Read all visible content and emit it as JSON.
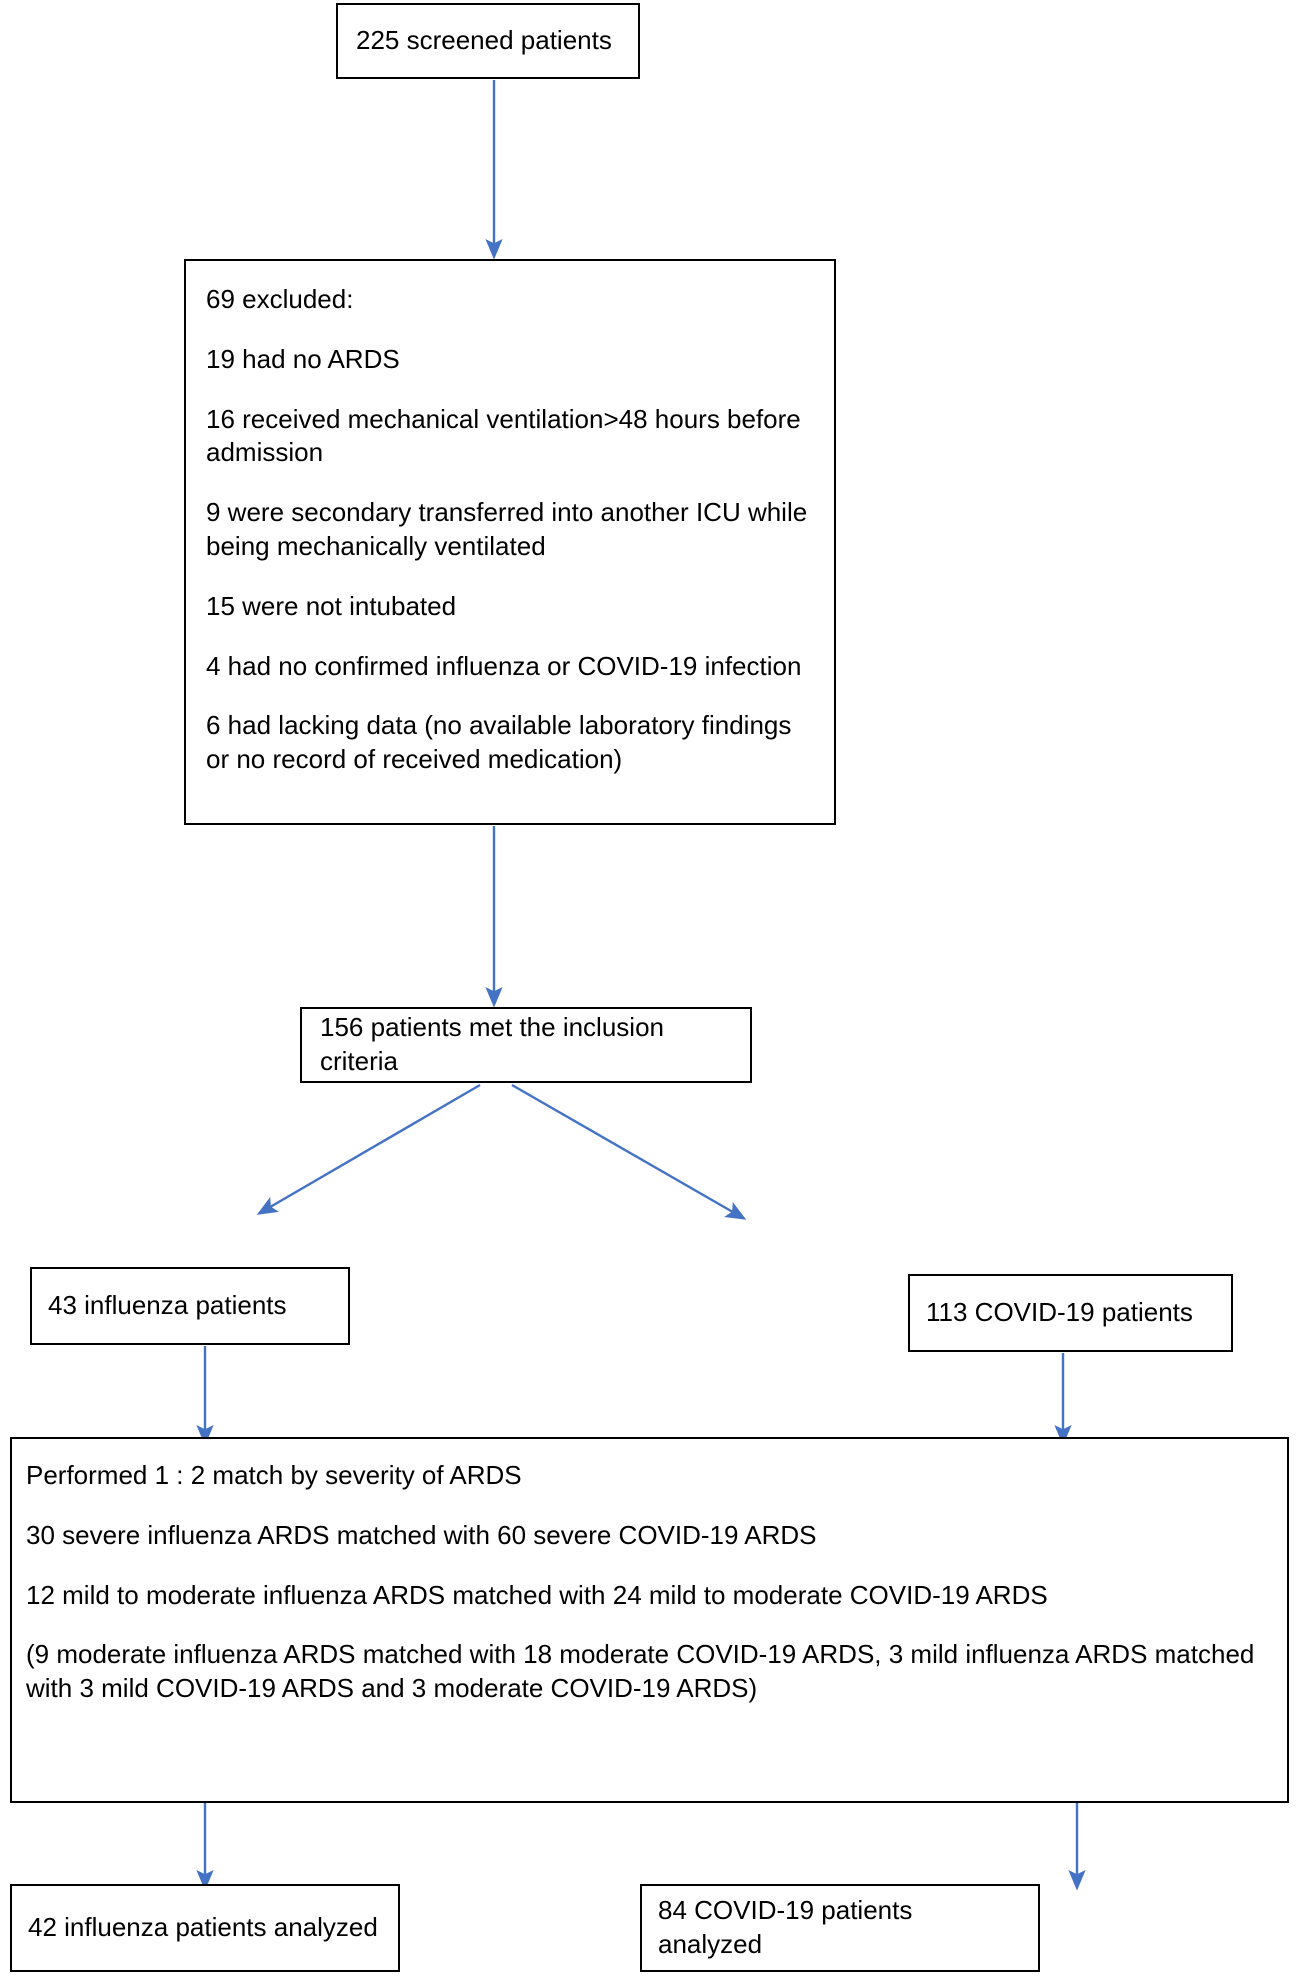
{
  "figure": {
    "type": "flowchart",
    "title": "Patient screening, exclusion, matching and analysis flow diagram",
    "arrow_color": "#4472C4",
    "border_color": "#000000",
    "background_color": "#FFFFFF"
  },
  "nodes": {
    "screened": {
      "lines": [
        "225 screened patients"
      ]
    },
    "excluded": {
      "lines": [
        "69 excluded:",
        "19 had no ARDS",
        "16 received mechanical ventilation>48 hours before admission",
        "9 were secondary transferred into another ICU while being mechanically ventilated",
        "15 were not intubated",
        "4 had no confirmed influenza or COVID-19 infection",
        "6 had lacking data (no available laboratory findings or no record of received medication)"
      ]
    },
    "included": {
      "lines": [
        "156 patients met the inclusion criteria"
      ]
    },
    "influenza_branch": {
      "lines": [
        "43 influenza patients"
      ]
    },
    "covid_branch": {
      "lines": [
        "113 COVID-19 patients"
      ]
    },
    "matching": {
      "lines": [
        "Performed 1 : 2 match by severity of ARDS",
        "30 severe influenza ARDS matched with 60 severe COVID-19 ARDS",
        "12 mild to moderate influenza ARDS matched with 24 mild to moderate COVID-19 ARDS",
        "(9 moderate influenza ARDS matched with 18 moderate COVID-19 ARDS, 3 mild influenza ARDS matched with 3 mild COVID-19 ARDS and 3 moderate COVID-19 ARDS)"
      ]
    },
    "influenza_analyzed": {
      "lines": [
        "42 influenza patients analyzed"
      ]
    },
    "covid_analyzed": {
      "lines": [
        "84 COVID-19 patients analyzed"
      ]
    }
  },
  "chart_data": {
    "type": "diagram",
    "title": "Patient flow diagram",
    "screened_total": 225,
    "excluded_total": 69,
    "excluded_reasons": [
      {
        "label": "had no ARDS",
        "count": 19
      },
      {
        "label": "received mechanical ventilation>48 hours before admission",
        "count": 16
      },
      {
        "label": "were secondary transferred into another ICU while being mechanically ventilated",
        "count": 9
      },
      {
        "label": "were not intubated",
        "count": 15
      },
      {
        "label": "had no confirmed influenza or COVID-19 infection",
        "count": 4
      },
      {
        "label": "had lacking data (no available laboratory findings or no record of received medication)",
        "count": 6
      }
    ],
    "included_total": 156,
    "branches": [
      {
        "label": "influenza patients",
        "count": 43,
        "analyzed": 42
      },
      {
        "label": "COVID-19 patients",
        "count": 113,
        "analyzed": 84
      }
    ],
    "matching": {
      "ratio": "1 : 2",
      "criterion": "severity of ARDS",
      "pairs": [
        {
          "influenza": 30,
          "covid": 60,
          "severity": "severe"
        },
        {
          "influenza": 12,
          "covid": 24,
          "severity": "mild to moderate"
        },
        {
          "influenza": 9,
          "covid": 18,
          "severity": "moderate"
        },
        {
          "influenza": 3,
          "covid": 3,
          "severity": "mild"
        },
        {
          "influenza": 3,
          "covid": 3,
          "severity": "mild influenza matched with moderate COVID-19"
        }
      ]
    }
  }
}
